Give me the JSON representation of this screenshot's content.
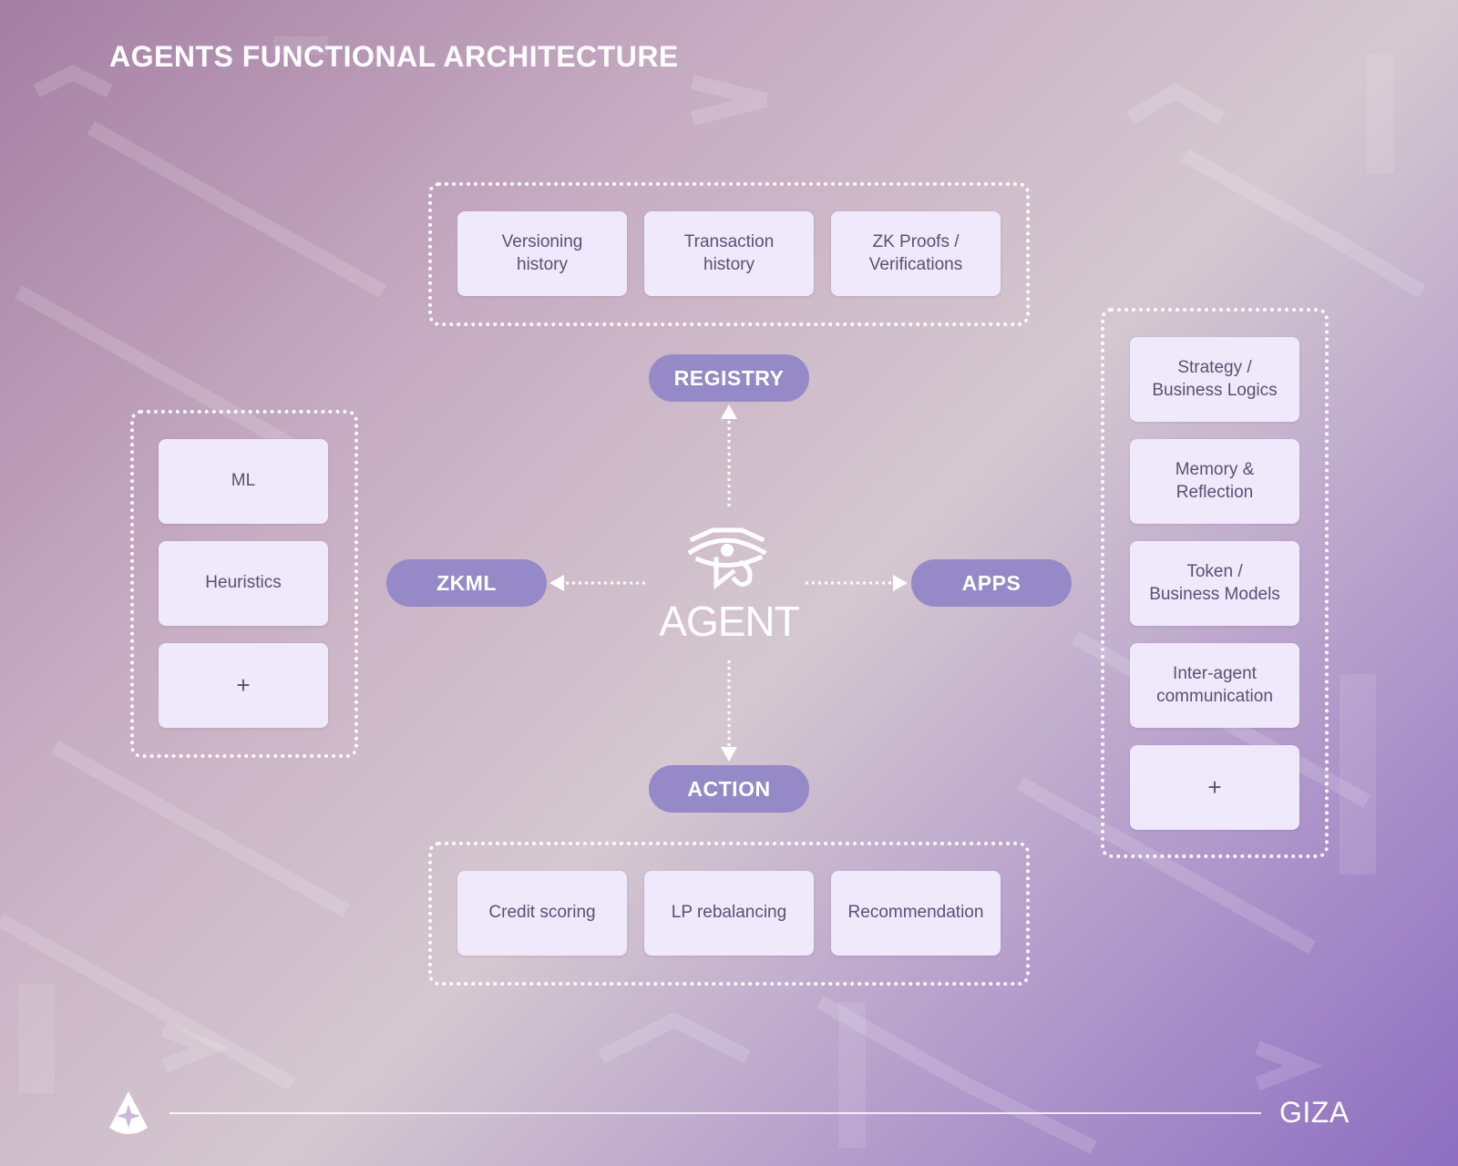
{
  "title": "AGENTS FUNCTIONAL ARCHITECTURE",
  "center": {
    "label": "AGENT",
    "icon": "eye-of-horus-icon"
  },
  "nodes": {
    "registry": "REGISTRY",
    "zkml": "ZKML",
    "apps": "APPS",
    "action": "ACTION"
  },
  "registry_items": [
    "Versioning\nhistory",
    "Transaction\nhistory",
    "ZK Proofs /\nVerifications"
  ],
  "zkml_items": [
    "ML",
    "Heuristics",
    "+"
  ],
  "apps_items": [
    "Strategy /\nBusiness Logics",
    "Memory &\nReflection",
    "Token /\nBusiness Models",
    "Inter-agent\ncommunication",
    "+"
  ],
  "action_items": [
    "Credit scoring",
    "LP rebalancing",
    "Recommendation"
  ],
  "footer": {
    "brand": "GIZA",
    "logo_icon": "giza-logo-icon"
  },
  "colors": {
    "pill": "#9589c8",
    "card": "#efe9fb",
    "card_text": "#5d4f73",
    "dotted_border": "#ffffff"
  }
}
